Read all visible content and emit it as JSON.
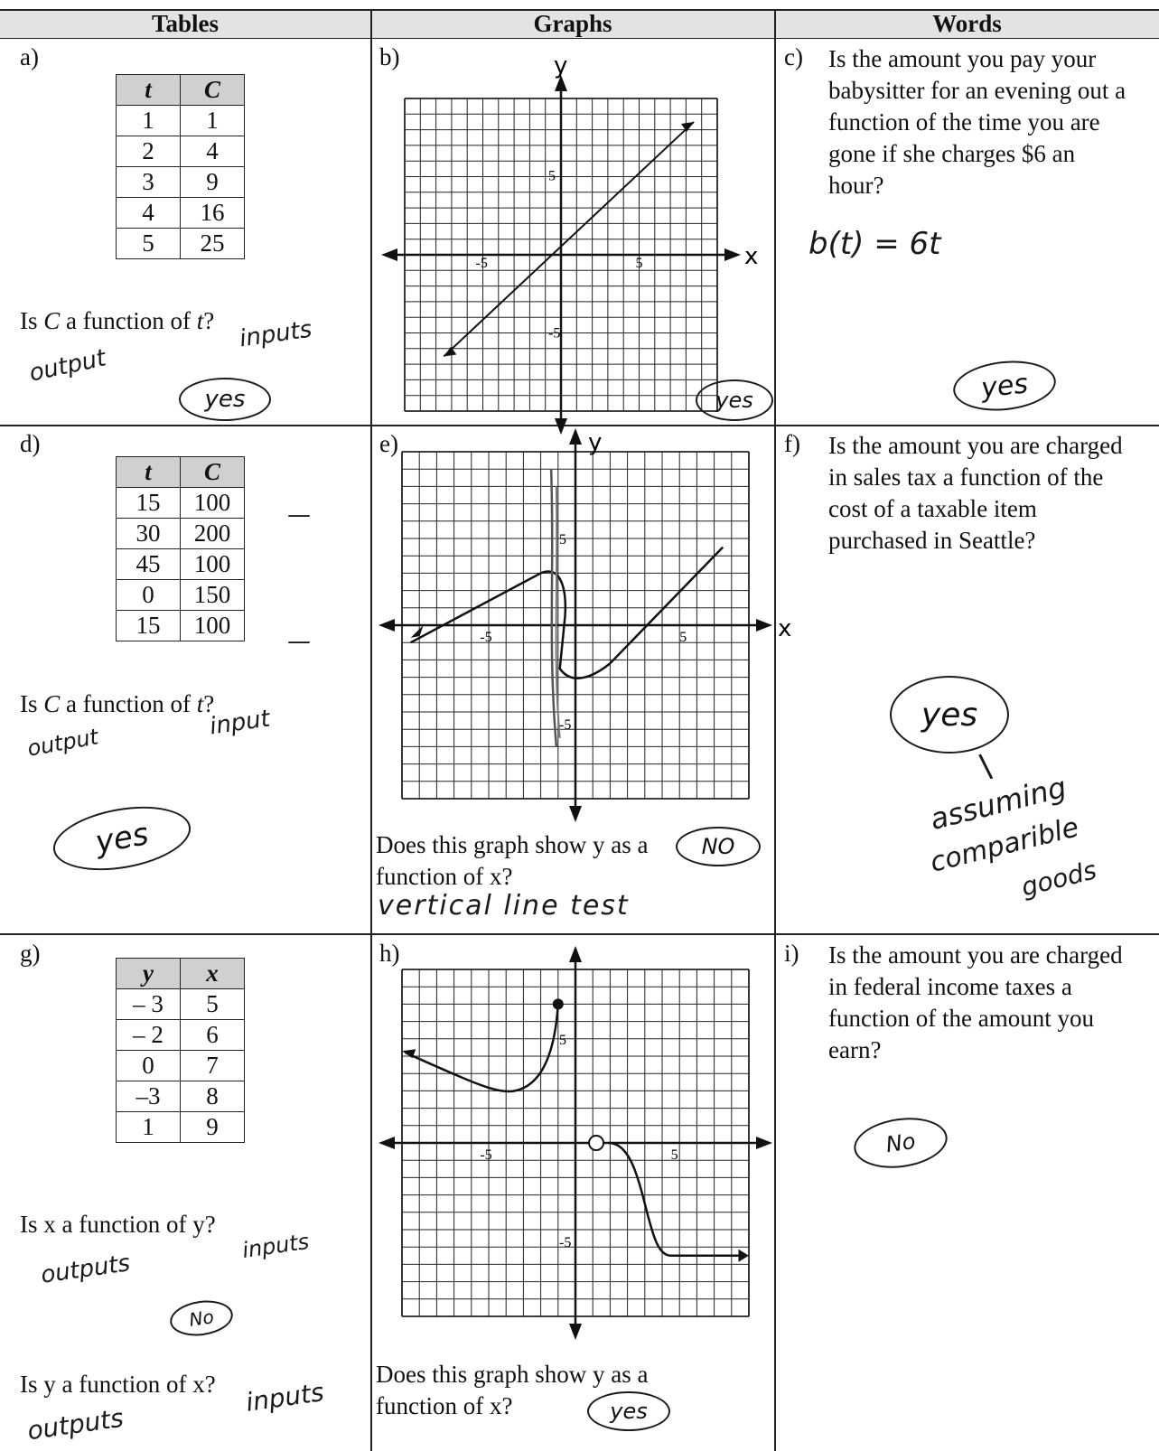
{
  "headers": {
    "tables": "Tables",
    "graphs": "Graphs",
    "words": "Words"
  },
  "cells": {
    "a": {
      "label": "a)",
      "col1": "t",
      "col2": "C",
      "rows": [
        [
          "1",
          "1"
        ],
        [
          "2",
          "4"
        ],
        [
          "3",
          "9"
        ],
        [
          "4",
          "16"
        ],
        [
          "5",
          "25"
        ]
      ],
      "question_prefix": "Is",
      "question_var1": "C",
      "question_mid": "a function of",
      "question_var2": "t",
      "question_suffix": "?",
      "note_output": "output",
      "note_input": "inputs",
      "answer": "yes"
    },
    "b": {
      "label": "b)",
      "axis_y": "y",
      "axis_x": "x",
      "tick_pos": "5",
      "tick_neg_x": "-5",
      "tick_pos_x": "5",
      "tick_neg_y": "-5",
      "answer": "yes"
    },
    "c": {
      "label": "c)",
      "question": "Is the amount you pay your babysitter for an evening out a function of the time you are gone if she charges $6 an hour?",
      "formula": "b(t) = 6t",
      "answer": "yes"
    },
    "d": {
      "label": "d)",
      "col1": "t",
      "col2": "C",
      "rows": [
        [
          "15",
          "100"
        ],
        [
          "30",
          "200"
        ],
        [
          "45",
          "100"
        ],
        [
          "0",
          "150"
        ],
        [
          "15",
          "100"
        ]
      ],
      "question_prefix": "Is",
      "question_var1": "C",
      "question_mid": "a function of",
      "question_var2": "t",
      "question_suffix": "?",
      "note_output": "output",
      "note_input": "input",
      "answer": "yes"
    },
    "e": {
      "label": "e)",
      "axis_y": "y",
      "axis_x": "x",
      "tick_pos_y": "5",
      "tick_neg_x": "-5",
      "tick_pos_x": "5",
      "tick_neg_y": "-5",
      "question_line1": "Does this graph show y as a",
      "question_line2": "function of x?",
      "answer": "NO",
      "note": "vertical line test"
    },
    "f": {
      "label": "f)",
      "question": "Is the amount you are charged in sales tax a function of the cost of a taxable item purchased in Seattle?",
      "answer": "yes",
      "note_line1": "assuming",
      "note_line2": "comparible",
      "note_line3": "goods"
    },
    "g": {
      "label": "g)",
      "col1": "y",
      "col2": "x",
      "rows": [
        [
          "– 3",
          "5"
        ],
        [
          "– 2",
          "6"
        ],
        [
          "0",
          "7"
        ],
        [
          "–3",
          "8"
        ],
        [
          "1",
          "9"
        ]
      ],
      "question1": "Is x a function of y?",
      "note1_output": "outputs",
      "note1_input": "inputs",
      "answer1": "No",
      "question2": "Is y a function of x?",
      "note2_output": "outputs",
      "note2_input": "inputs"
    },
    "h": {
      "label": "h)",
      "tick_pos_y": "5",
      "tick_neg_x": "-5",
      "tick_pos_x": "5",
      "tick_neg_y": "-5",
      "question_line1": "Does this graph show y as a",
      "question_line2": "function of x?",
      "answer": "yes"
    },
    "i": {
      "label": "i)",
      "question": "Is the amount you are charged in federal income taxes a function of the amount you earn?",
      "answer": "No"
    }
  }
}
